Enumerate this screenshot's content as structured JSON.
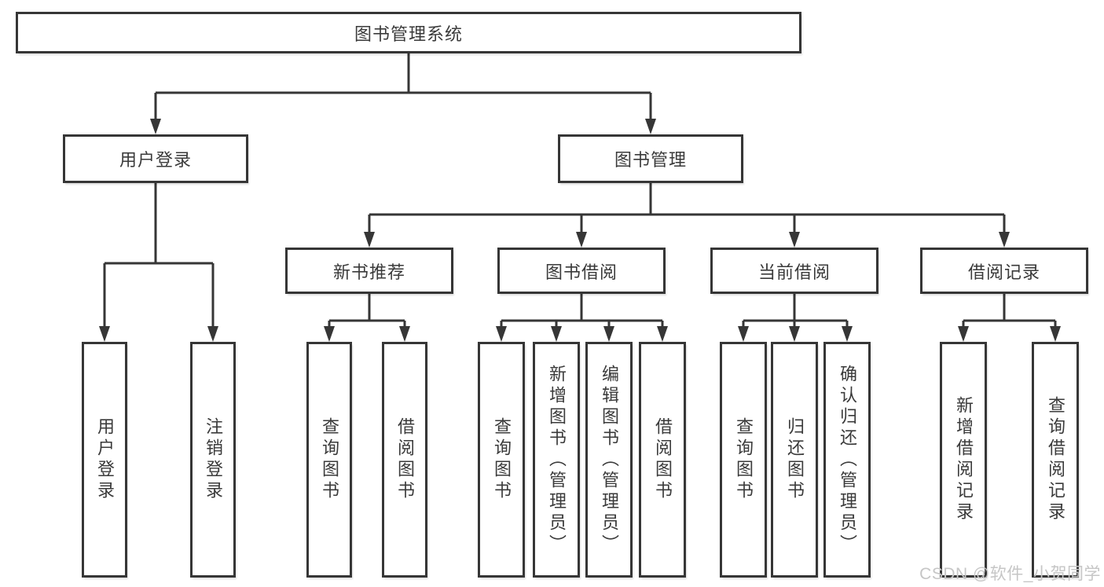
{
  "tree": {
    "root": {
      "label": "图书管理系统"
    },
    "level2": [
      {
        "label": "用户登录"
      },
      {
        "label": "图书管理"
      }
    ],
    "level3": [
      {
        "label": "新书推荐"
      },
      {
        "label": "图书借阅"
      },
      {
        "label": "当前借阅"
      },
      {
        "label": "借阅记录"
      }
    ],
    "leaves": [
      {
        "label": "用户登录"
      },
      {
        "label": "注销登录"
      },
      {
        "label": "查询图书"
      },
      {
        "label": "借阅图书"
      },
      {
        "label": "查询图书"
      },
      {
        "label": "新增图书（管理员）"
      },
      {
        "label": "编辑图书（管理员）"
      },
      {
        "label": "借阅图书"
      },
      {
        "label": "查询图书"
      },
      {
        "label": "归还图书"
      },
      {
        "label": "确认归还（管理员）"
      },
      {
        "label": "新增借阅记录"
      },
      {
        "label": "查询借阅记录"
      }
    ]
  },
  "watermark": {
    "text": "CSDN @软件_小贺同学"
  },
  "colors": {
    "line-color": "#363636",
    "text-color": "#3a3a3a",
    "box-bg": "#ffffff",
    "watermark-color": "#c6c6c6"
  }
}
